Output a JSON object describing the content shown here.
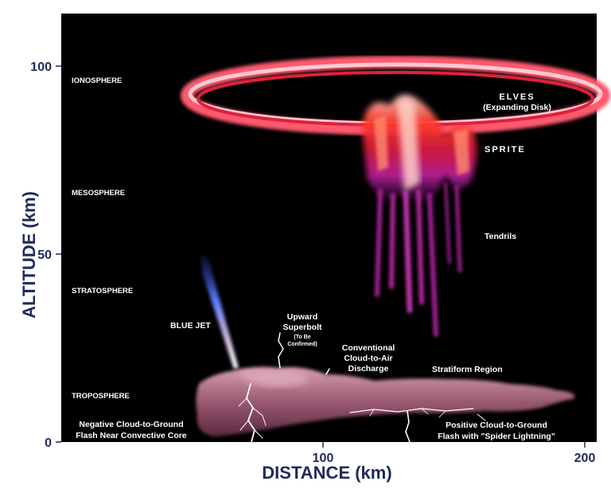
{
  "axes": {
    "y_title": "ALTITUDE (km)",
    "x_title": "DISTANCE (km)",
    "y_ticks": [
      "100",
      "50",
      "0"
    ],
    "x_ticks": [
      "100",
      "200"
    ]
  },
  "layers": {
    "ionosphere": "IONOSPHERE",
    "mesosphere": "MESOSPHERE",
    "stratosphere": "STRATOSPHERE",
    "troposphere": "TROPOSPHERE"
  },
  "phenomena": {
    "elves_title": "ELVES",
    "elves_sub": "(Expanding Disk)",
    "sprite": "SPRITE",
    "tendrils": "Tendrils",
    "blue_jet": "BLUE JET",
    "superbolt_line1": "Upward",
    "superbolt_line2": "Superbolt",
    "superbolt_note1": "(To Be",
    "superbolt_note2": "Confirmed)",
    "conv_line1": "Conventional",
    "conv_line2": "Cloud-to-Air",
    "conv_line3": "Discharge",
    "stratiform": "Stratiform Region",
    "neg_line1": "Negative Cloud-to-Ground",
    "neg_line2": "Flash Near Convective Core",
    "pos_line1": "Positive  Cloud-to-Ground",
    "pos_line2": "Flash with \"Spider Lightning\""
  },
  "colors": {
    "background": "#000000",
    "axis_text": "#1f2a5c",
    "elves": "#ff6b7d",
    "sprite": "#ff4030",
    "tendrils": "#c23bb0",
    "blue_jet": "#4a6cff",
    "cloud": "#a8647a"
  }
}
